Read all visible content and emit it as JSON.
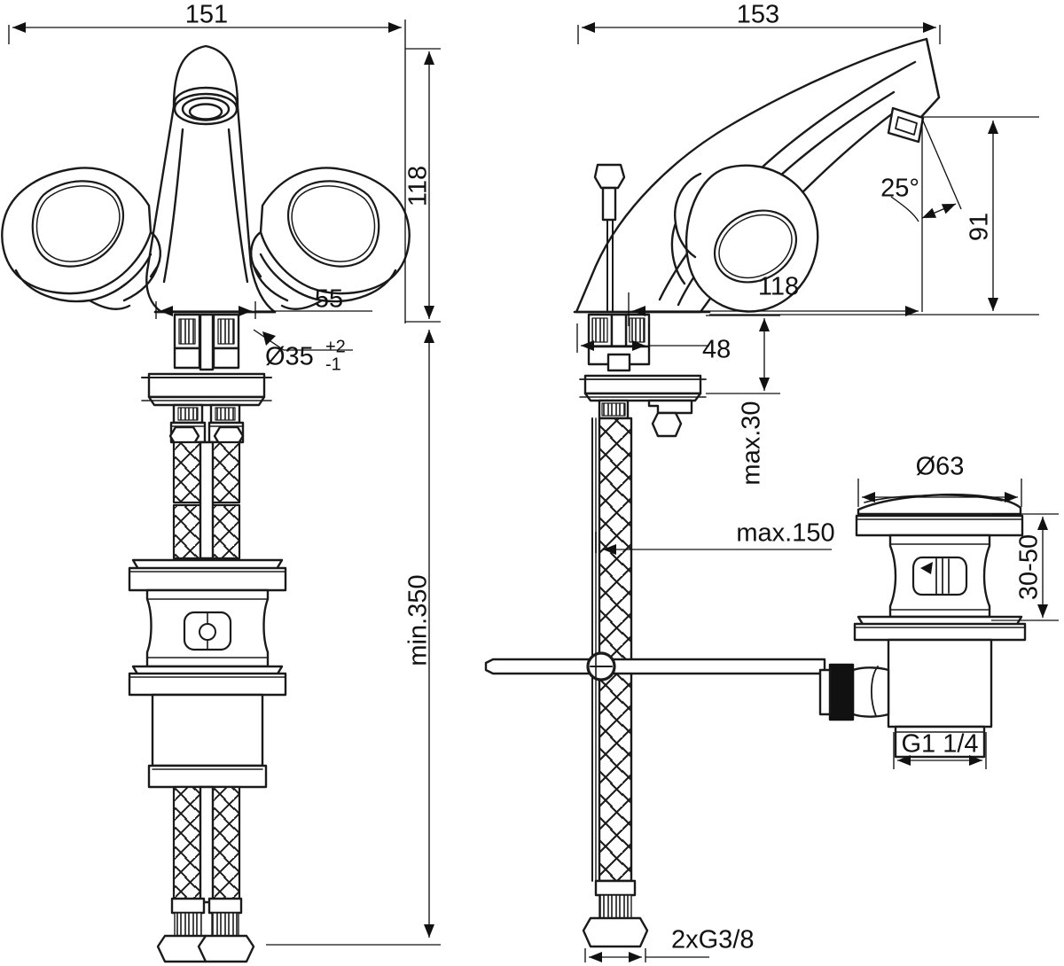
{
  "drawing": {
    "title": "Basin mixer tap technical dimension drawing",
    "units": "mm",
    "line_color": "#1a1a1a",
    "dim_color": "#111111",
    "background": "#ffffff"
  },
  "views": {
    "front": {
      "name": "front-elevation-view"
    },
    "side": {
      "name": "side-elevation-view"
    },
    "drain": {
      "name": "pop-up-waste-detail-view"
    }
  },
  "dimensions": {
    "front_overall_width": "151",
    "front_overall_height": "118",
    "front_base_width": "55",
    "front_hole_diameter": "Ø35",
    "front_hole_tol_plus": "+2",
    "front_hole_tol_minus": "-1",
    "front_min_height": "min.350",
    "side_overall_width": "153",
    "side_spout_reach": "118",
    "side_spout_height": "91",
    "side_spout_angle": "25°",
    "side_base_width": "48",
    "side_max_thickness": "max.30",
    "side_max_hose_length": "max.150",
    "side_hose_thread": "2xG3/8",
    "drain_flange_diameter": "Ø63",
    "drain_basin_thickness": "30-50",
    "drain_outlet_thread": "G1 1/4"
  }
}
